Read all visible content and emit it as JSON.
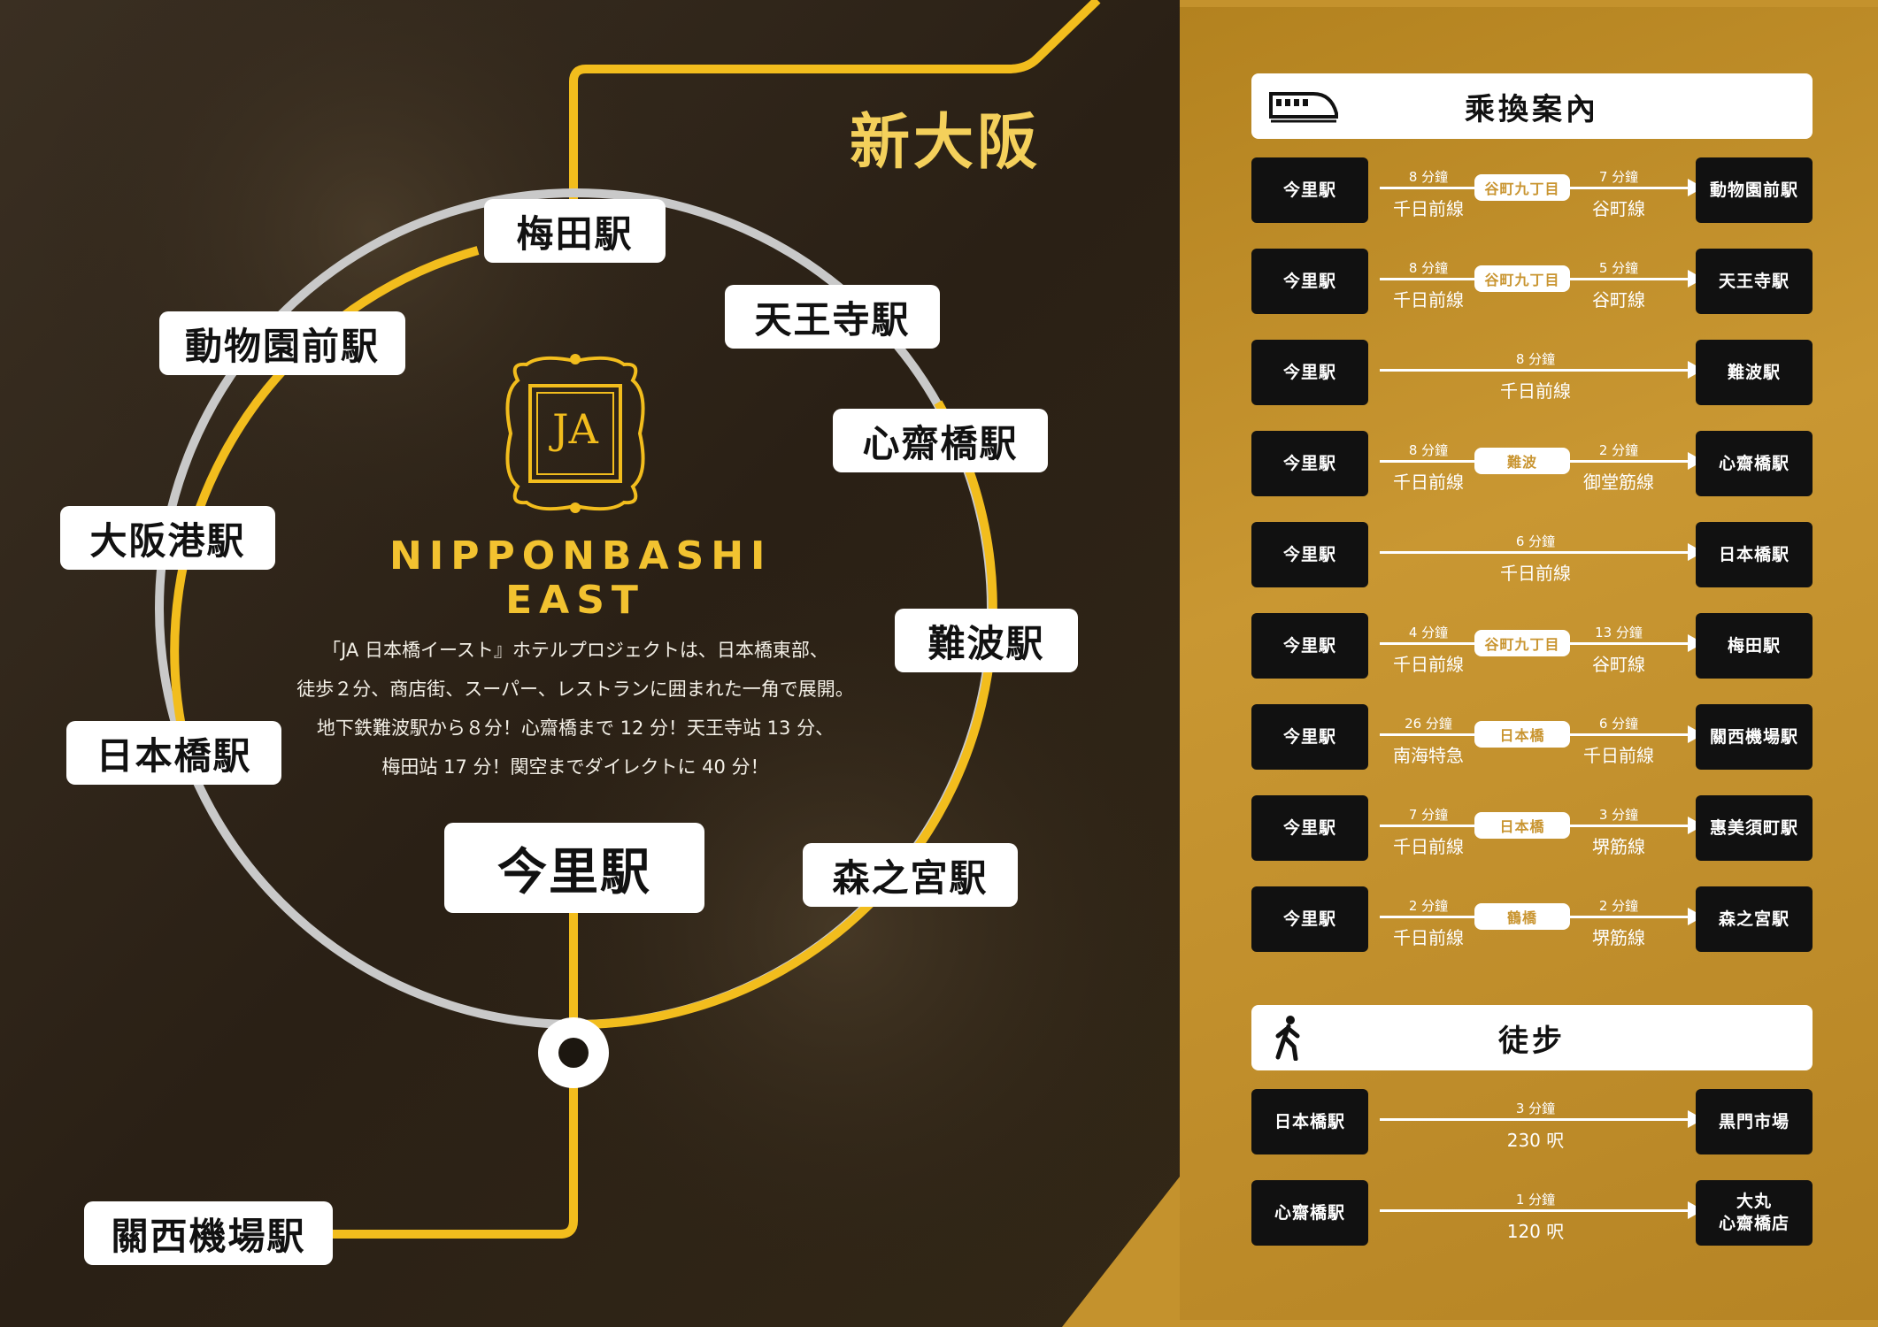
{
  "map": {
    "city_label": "新大阪",
    "center_station": "今里駅",
    "stations": {
      "umeda": "梅田駅",
      "tennoji": "天王寺駅",
      "doubutsuen": "動物園前駅",
      "shinsaibashi": "心齋橋駅",
      "osakako": "大阪港駅",
      "namba": "難波駅",
      "nipponbashi": "日本橋駅",
      "morinomiya": "森之宮駅",
      "kansai": "關西機場駅"
    }
  },
  "brand": {
    "logo_text": "JA",
    "name_line1": "NIPPONBASHI",
    "name_line2": "EAST"
  },
  "description": {
    "line1": "「JA 日本橋イースト』ホテルプロジェクトは、日本橋東部、",
    "line2": "徒歩２分、商店街、スーパー、レストランに囲まれた一角で展開。",
    "line3": "地下鉄難波駅から８分！心齋橋まで 12 分！天王寺站 13 分、",
    "line4": "梅田站 17 分！関空までダイレクトに 40 分！"
  },
  "transfer": {
    "title": "乘換案內",
    "icon": "train-icon",
    "routes": [
      {
        "from": "今里駅",
        "t1": "8 分鐘",
        "l1": "千日前線",
        "via": "谷町九丁目",
        "t2": "7 分鐘",
        "l2": "谷町線",
        "to": "動物園前駅"
      },
      {
        "from": "今里駅",
        "t1": "8 分鐘",
        "l1": "千日前線",
        "via": "谷町九丁目",
        "t2": "5 分鐘",
        "l2": "谷町線",
        "to": "天王寺駅"
      },
      {
        "from": "今里駅",
        "t1": "8 分鐘",
        "l1": "千日前線",
        "via": "",
        "t2": "",
        "l2": "",
        "to": "難波駅"
      },
      {
        "from": "今里駅",
        "t1": "8 分鐘",
        "l1": "千日前線",
        "via": "難波",
        "t2": "2 分鐘",
        "l2": "御堂筋線",
        "to": "心齋橋駅"
      },
      {
        "from": "今里駅",
        "t1": "6 分鐘",
        "l1": "千日前線",
        "via": "",
        "t2": "",
        "l2": "",
        "to": "日本橋駅"
      },
      {
        "from": "今里駅",
        "t1": "4 分鐘",
        "l1": "千日前線",
        "via": "谷町九丁目",
        "t2": "13 分鐘",
        "l2": "谷町線",
        "to": "梅田駅"
      },
      {
        "from": "今里駅",
        "t1": "26 分鐘",
        "l1": "南海特急",
        "via": "日本橋",
        "t2": "6 分鐘",
        "l2": "千日前線",
        "to": "關西機場駅"
      },
      {
        "from": "今里駅",
        "t1": "7 分鐘",
        "l1": "千日前線",
        "via": "日本橋",
        "t2": "3 分鐘",
        "l2": "堺筋線",
        "to": "惠美須町駅"
      },
      {
        "from": "今里駅",
        "t1": "2 分鐘",
        "l1": "千日前線",
        "via": "鶴橋",
        "t2": "2 分鐘",
        "l2": "堺筋線",
        "to": "森之宮駅"
      }
    ]
  },
  "walk": {
    "title": "徒步",
    "icon": "walking-person-icon",
    "routes": [
      {
        "from": "日本橋駅",
        "t1": "3 分鐘",
        "l1": "230 呎",
        "to_line1": "黒門市場",
        "to_line2": ""
      },
      {
        "from": "心齋橋駅",
        "t1": "1 分鐘",
        "l1": "120 呎",
        "to_line1": "大丸",
        "to_line2": "心齋橋店"
      }
    ]
  },
  "colors": {
    "line_yellow": "#f2bd1d",
    "line_gray": "#c9c9c9",
    "panel_gold": "#c4922d",
    "pill_text": "#c99531",
    "dark": "#2b2116"
  }
}
